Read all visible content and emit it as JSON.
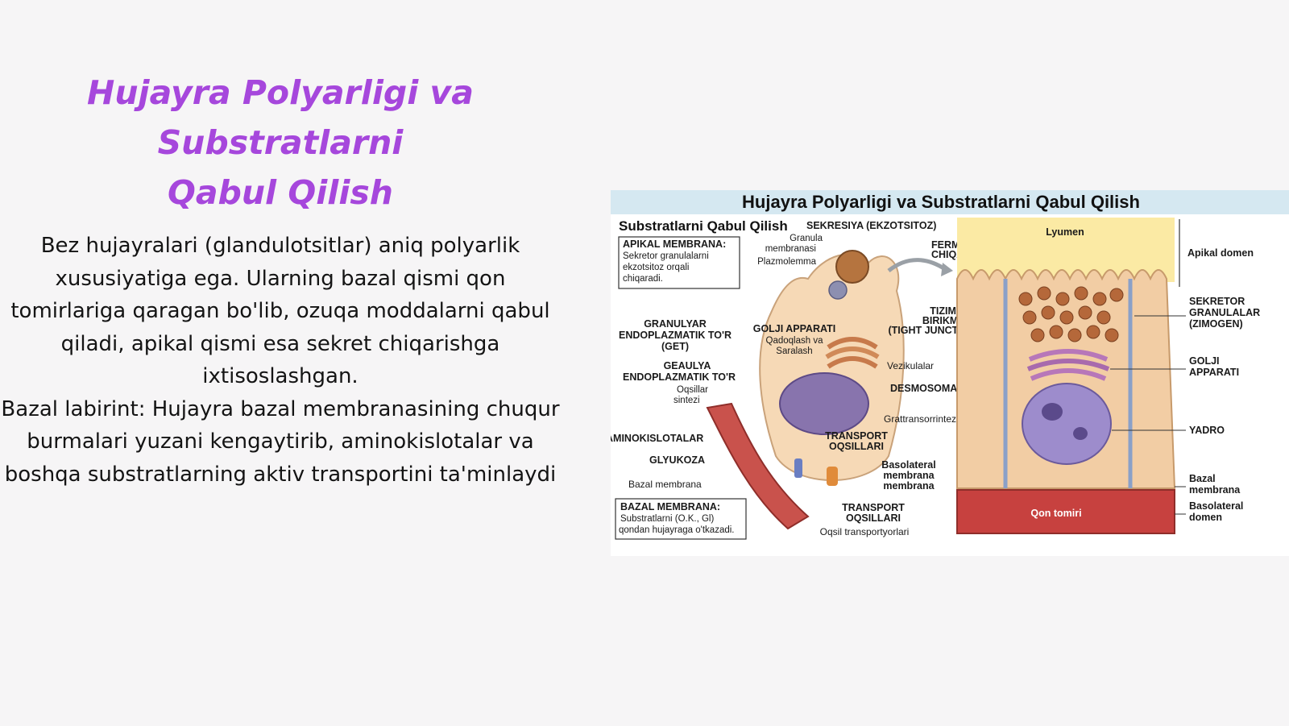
{
  "slide": {
    "title_line1": "Hujayra Polyarligi va Substratlarni",
    "title_line2": "Qabul Qilish",
    "paragraph1": "Bez hujayralari (glandulotsitlar) aniq polyarlik xususiyatiga ega. Ularning bazal qismi qon tomirlariga qaragan bo'lib, ozuqa moddalarni qabul qiladi, apikal qismi esa sekret chiqarishga ixtisoslashgan.",
    "paragraph2": "Bazal labirint: Hujayra bazal membranasining chuqur burmalari yuzani kengaytirib, aminokislotalar va boshqa substratlarning aktiv transportini ta'minlaydi"
  },
  "figure": {
    "title": "Hujayra Polyarligi va Substratlarni Qabul Qilish",
    "subtitle": "Substratlarni Qabul Qilish",
    "sekresiya": "SEKRESIYA (EKZOTSITOZ)",
    "apikal_box": {
      "title": "APIKAL MEMBRANA:",
      "line1": "Sekretor granulalarni",
      "line2": "ekzotsitoz orqali",
      "line3": "chiqaradi."
    },
    "granula_l1": "Granula",
    "granula_l2": "membranasi",
    "plazmolemma": "Plazmolemma",
    "fermentlar_l1": "FERMENTLAR",
    "fermentlar_l2": "CHIQARILISHI",
    "lyumen": "Lyumen",
    "get_l1": "GRANULYAR",
    "get_l2": "ENDOPLAZMATIK TO'R",
    "get_l3": "(GET)",
    "golji_left": "GOLJI APPARATI",
    "golji_left_l2": "Qadoqlash va",
    "golji_left_l3": "Saralash",
    "tizimli_l1": "TIZIMLI",
    "tizimli_l2": "BIRIKMALAR",
    "tizimli_l3": "(TIGHT JUNCTIONS)",
    "gaet_l1": "GEAULYA",
    "gaet_l2": "ENDOPLAZMATIK TO'R",
    "oqsillar_l1": "Oqsillar",
    "oqsillar_l2": "sintezi",
    "vezikulalar": "Vezikulalar",
    "desmosomalar": "DESMOSOMALAR",
    "grattrans": "Grattransorrintezi",
    "aminokislotalar": "AMINOKISLOTALAR",
    "glyukoza": "GLYUKOZA",
    "bazal_membrana_left": "Bazal membrana",
    "transport1_l1": "TRANSPORT",
    "transport1_l2": "OQSILLARI",
    "basolateral_l1": "Basolateral",
    "basolateral_l2": "membrana",
    "basolateral_l3": "membrana",
    "transport2_l1": "TRANSPORT",
    "transport2_l2": "OQSILLARI",
    "oqsil_transport": "Oqsil transportyorlari",
    "bazal_box": {
      "title": "BAZAL MEMBRANA:",
      "line1": "Substratlarni (O.K., Gl)",
      "line2": "qondan hujayraga o'tkazadi."
    },
    "qon_tomiri": "Qon tomiri",
    "right_labels": {
      "apikal_domen": "Apikal domen",
      "sekretor_l1": "SEKRETOR",
      "sekretor_l2": "GRANULALAR",
      "sekretor_l3": "(ZIMOGEN)",
      "golji_l1": "GOLJI",
      "golji_l2": "APPARATI",
      "yadro": "YADRO",
      "bazal_l1": "Bazal",
      "bazal_l2": "membrana",
      "basolat_l1": "Basolateral",
      "basolat_l2": "domen"
    }
  }
}
